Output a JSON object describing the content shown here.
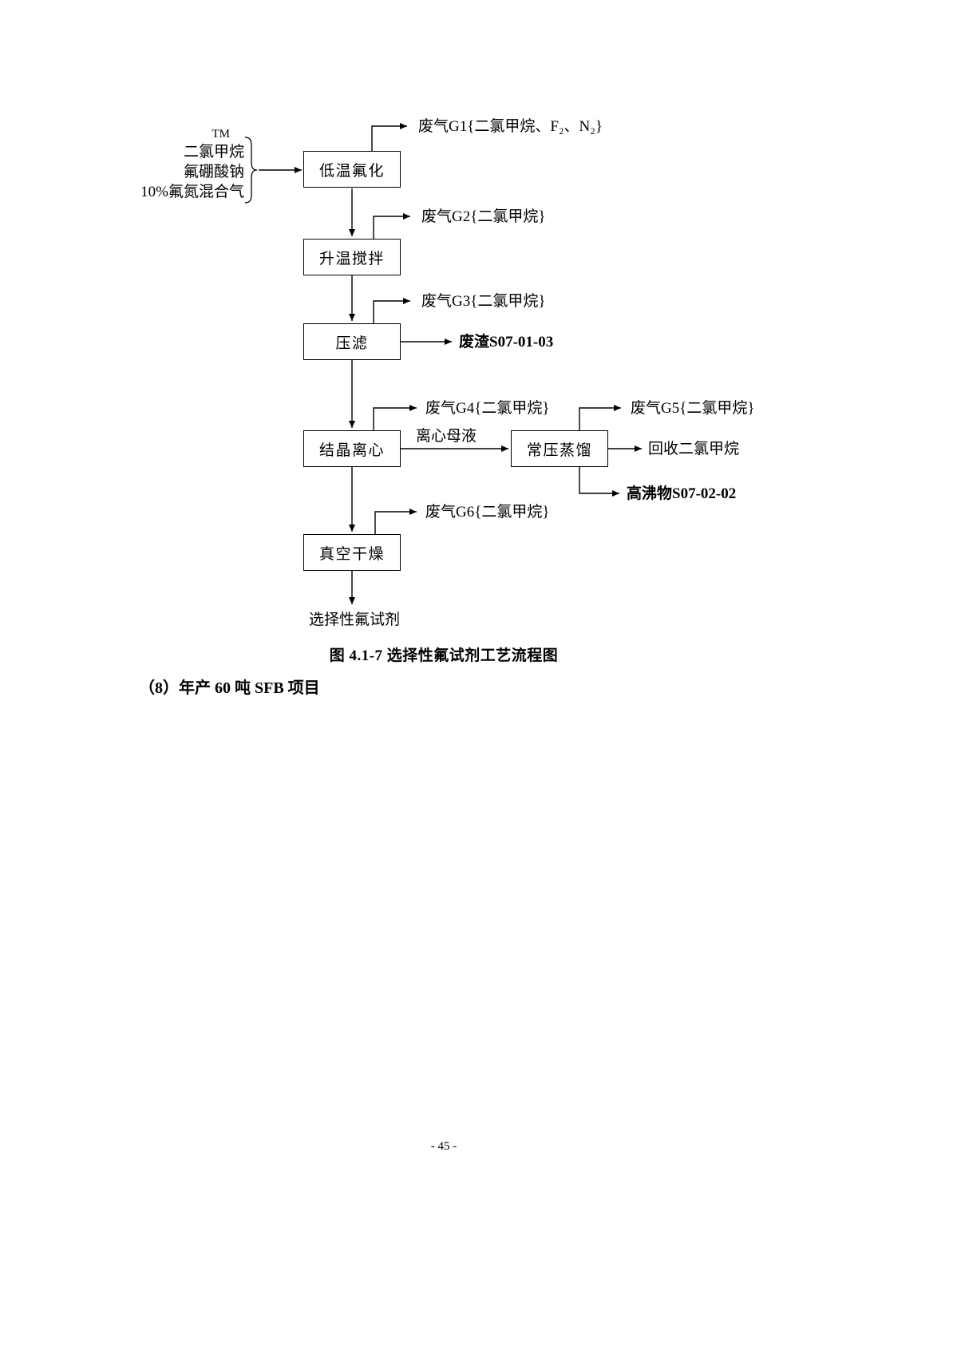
{
  "colors": {
    "ink": "#000000",
    "background": "#ffffff"
  },
  "document": {
    "section_heading": "（8）年产 60 吨 SFB 项目",
    "page_number": "- 45 -"
  },
  "figure": {
    "caption": "图 4.1-7 选择性氟试剂工艺流程图"
  },
  "flowchart": {
    "inputs": {
      "line1": "TM",
      "line2": "二氯甲烷",
      "line3": "氟硼酸钠",
      "line4": "10%氟氮混合气"
    },
    "steps": {
      "s1": "低温氟化",
      "s2": "升温搅拌",
      "s3": "压滤",
      "s4": "结晶离心",
      "s5": "常压蒸馏",
      "s6": "真空干燥"
    },
    "streams": {
      "g1": "废气G1{二氯甲烷、F₂、N₂}",
      "g2": "废气G2{二氯甲烷}",
      "g3": "废气G3{二氯甲烷}",
      "g4": "废气G4{二氯甲烷}",
      "g5": "废气G5{二氯甲烷}",
      "g6": "废气G6{二氯甲烷}",
      "slag": "废渣S07-01-03",
      "mother_liquor": "离心母液",
      "recovered": "回收二氯甲烷",
      "high_boiler": "高沸物S07-02-02",
      "product": "选择性氟试剂"
    }
  }
}
